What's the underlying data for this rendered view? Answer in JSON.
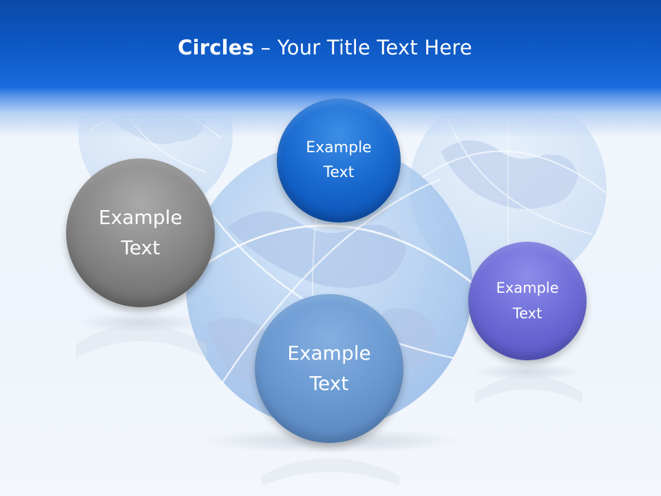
{
  "slide": {
    "title_bold": "Circles",
    "title_rest": " – Your Title Text Here"
  },
  "circles": [
    {
      "line1": "Example",
      "line2": "Text",
      "color": "#7f7f7f"
    },
    {
      "line1": "Example",
      "line2": "Text",
      "color": "#1766d2"
    },
    {
      "line1": "Example",
      "line2": "Text",
      "color": "#6494cc"
    },
    {
      "line1": "Example",
      "line2": "Text",
      "color": "#6666cc"
    }
  ]
}
